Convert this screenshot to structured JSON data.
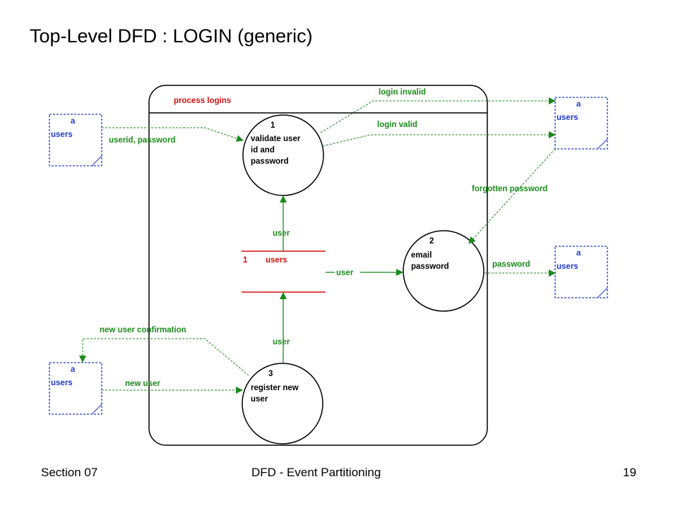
{
  "slide": {
    "title": "Top-Level DFD : LOGIN (generic)",
    "footer_left": "Section 07",
    "footer_center": "DFD - Event Partitioning",
    "footer_right": "19"
  },
  "diagram": {
    "context_title": "process logins",
    "processes": [
      {
        "number": "1",
        "lines": [
          "validate user",
          "id and",
          "password"
        ]
      },
      {
        "number": "2",
        "lines": [
          "email",
          "password"
        ]
      },
      {
        "number": "3",
        "lines": [
          "register new",
          "user"
        ]
      }
    ],
    "data_store": {
      "id": "1",
      "name": "users"
    },
    "entities": [
      {
        "line1": "a",
        "line2": "users"
      },
      {
        "line1": "a",
        "line2": "users"
      },
      {
        "line1": "a",
        "line2": "users"
      },
      {
        "line1": "a",
        "line2": "users"
      }
    ],
    "flows": {
      "userid_password": "userid, password",
      "login_invalid": "login invalid",
      "login_valid": "login valid",
      "forgotten_password": "forgotten password",
      "user_to_validate": "user",
      "user_to_email": "user",
      "password": "password",
      "user_from_register": "user",
      "new_user_confirmation": "new user confirmation",
      "new_user": "new user"
    },
    "colors": {
      "flow": "#1a8a1a",
      "entity": "#1f3bd0",
      "store": "#d01010",
      "outline": "#000000"
    }
  }
}
